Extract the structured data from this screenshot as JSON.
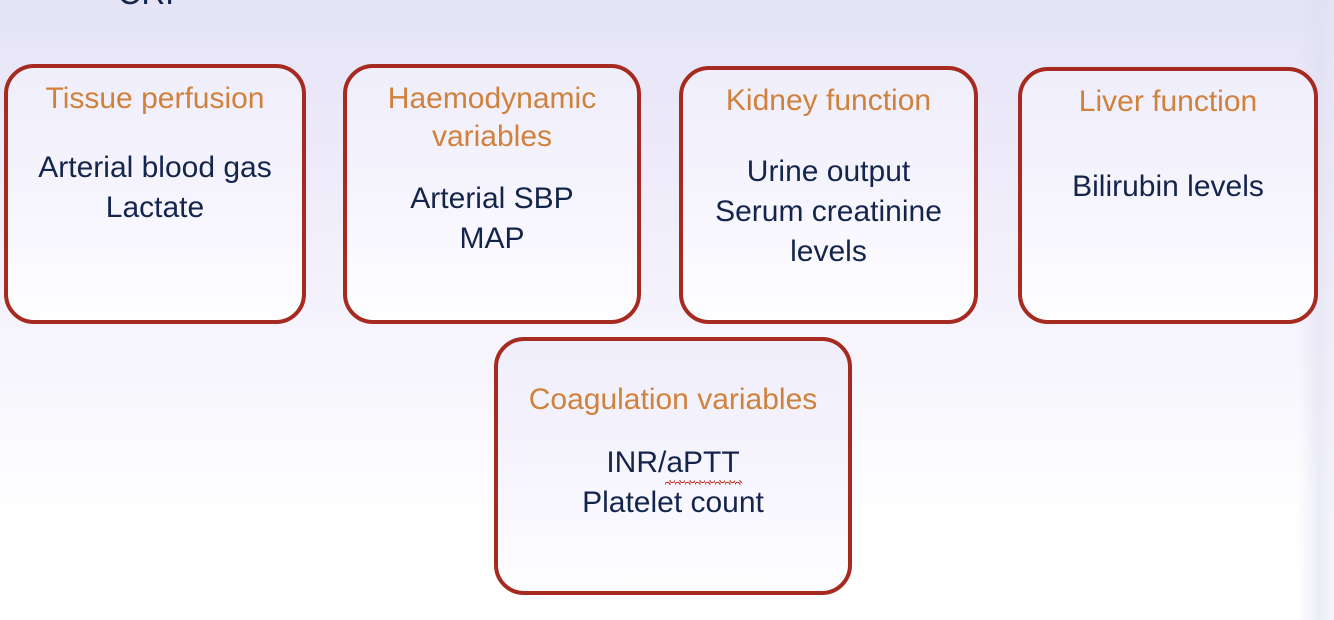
{
  "slide": {
    "cropped_top_label": "CRP",
    "background_top_color": "#e5e4f7",
    "background_bottom_color": "#ffffff",
    "node_border_color": "#a62a20",
    "node_title_color": "#d0813b",
    "node_body_color": "#14254c",
    "spellcheck_underline_color": "#c0392b"
  },
  "nodes": [
    {
      "id": "tissue-perfusion",
      "title": "Tissue perfusion",
      "lines": [
        "Arterial blood gas",
        "Lactate"
      ]
    },
    {
      "id": "haemodynamic-variables",
      "title": "Haemodynamic variables",
      "lines": [
        "Arterial SBP",
        "MAP"
      ]
    },
    {
      "id": "kidney-function",
      "title": "Kidney function",
      "lines": [
        "Urine output",
        "Serum creatinine levels"
      ]
    },
    {
      "id": "liver-function",
      "title": "Liver function",
      "lines": [
        "Bilirubin levels"
      ]
    },
    {
      "id": "coagulation-variables",
      "title": "Coagulation variables",
      "lines": [
        "INR/aPTT",
        "Platelet count"
      ],
      "misspelled_token": "aPTT",
      "prefix_token": "INR/"
    }
  ]
}
